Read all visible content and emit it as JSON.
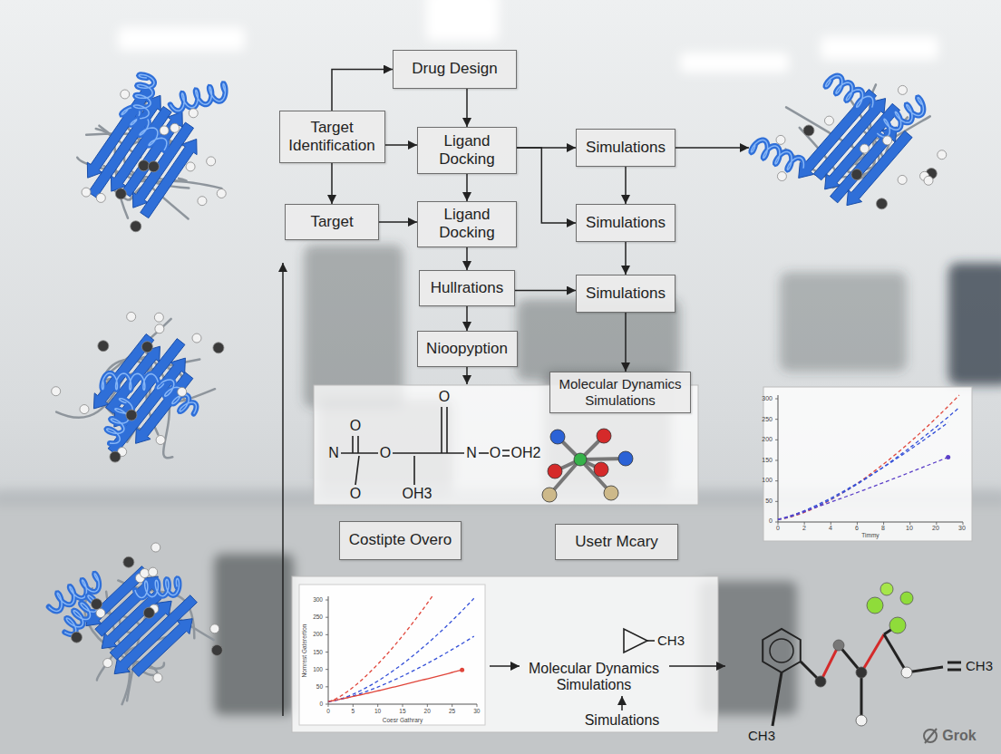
{
  "diagram": {
    "nodes": [
      {
        "text": [
          "Drug Design"
        ]
      },
      {
        "text": [
          "Target Identification"
        ]
      },
      {
        "text": [
          "Ligand Docking"
        ]
      },
      {
        "text": [
          "Simulations"
        ]
      },
      {
        "text": [
          "Target"
        ]
      },
      {
        "text": [
          "Ligand Docking"
        ]
      },
      {
        "text": [
          "Simulations"
        ]
      },
      {
        "text": [
          "Hullrations"
        ]
      },
      {
        "text": [
          "Simulations"
        ]
      },
      {
        "text": [
          "Nioopyption"
        ]
      },
      {
        "text": [
          "Molecular Dynamics Simulations"
        ]
      },
      {
        "text": [
          "Costipte Overo"
        ]
      },
      {
        "text": [
          "Usetr Mcary"
        ]
      }
    ],
    "edges": [
      {
        "from": 1,
        "to": 0,
        "arrow": "to"
      },
      {
        "from": 0,
        "to": 2,
        "arrow": "to"
      },
      {
        "from": 1,
        "to": 2,
        "arrow": "to"
      },
      {
        "from": 1,
        "to": 4,
        "arrow": "to"
      },
      {
        "from": 2,
        "to": 5,
        "arrow": "to"
      },
      {
        "from": 2,
        "to": 3,
        "arrow": "to"
      },
      {
        "from": 2,
        "to": 6,
        "arrow": "to"
      },
      {
        "from": 4,
        "to": 5,
        "arrow": "to"
      },
      {
        "from": 3,
        "to": 6,
        "arrow": "to"
      },
      {
        "from": 5,
        "to": 7,
        "arrow": "to"
      },
      {
        "from": 6,
        "to": 8,
        "arrow": "to"
      },
      {
        "from": 7,
        "to": 8,
        "arrow": "to"
      },
      {
        "from": 7,
        "to": 9,
        "arrow": "to"
      },
      {
        "from": 8,
        "to": 10,
        "arrow": "to"
      }
    ],
    "labels": [
      "O",
      "O",
      "N",
      "O",
      "N",
      "O",
      "OH2",
      "O",
      "OH3",
      "Molecular Dynamics Simulations",
      "Simulations",
      "CH3",
      "CH3",
      "CH3",
      "Grok",
      "300",
      "250",
      "200",
      "150",
      "100",
      "50",
      "0",
      "0",
      "2",
      "4",
      "6",
      "8",
      "10",
      "20",
      "30",
      "Timmy",
      "300",
      "250",
      "200",
      "150",
      "100",
      "50",
      "0",
      "0",
      "5",
      "10",
      "15",
      "20",
      "25",
      "30",
      "Coesr Gathrary",
      "Nomrest Gaterertion"
    ]
  }
}
